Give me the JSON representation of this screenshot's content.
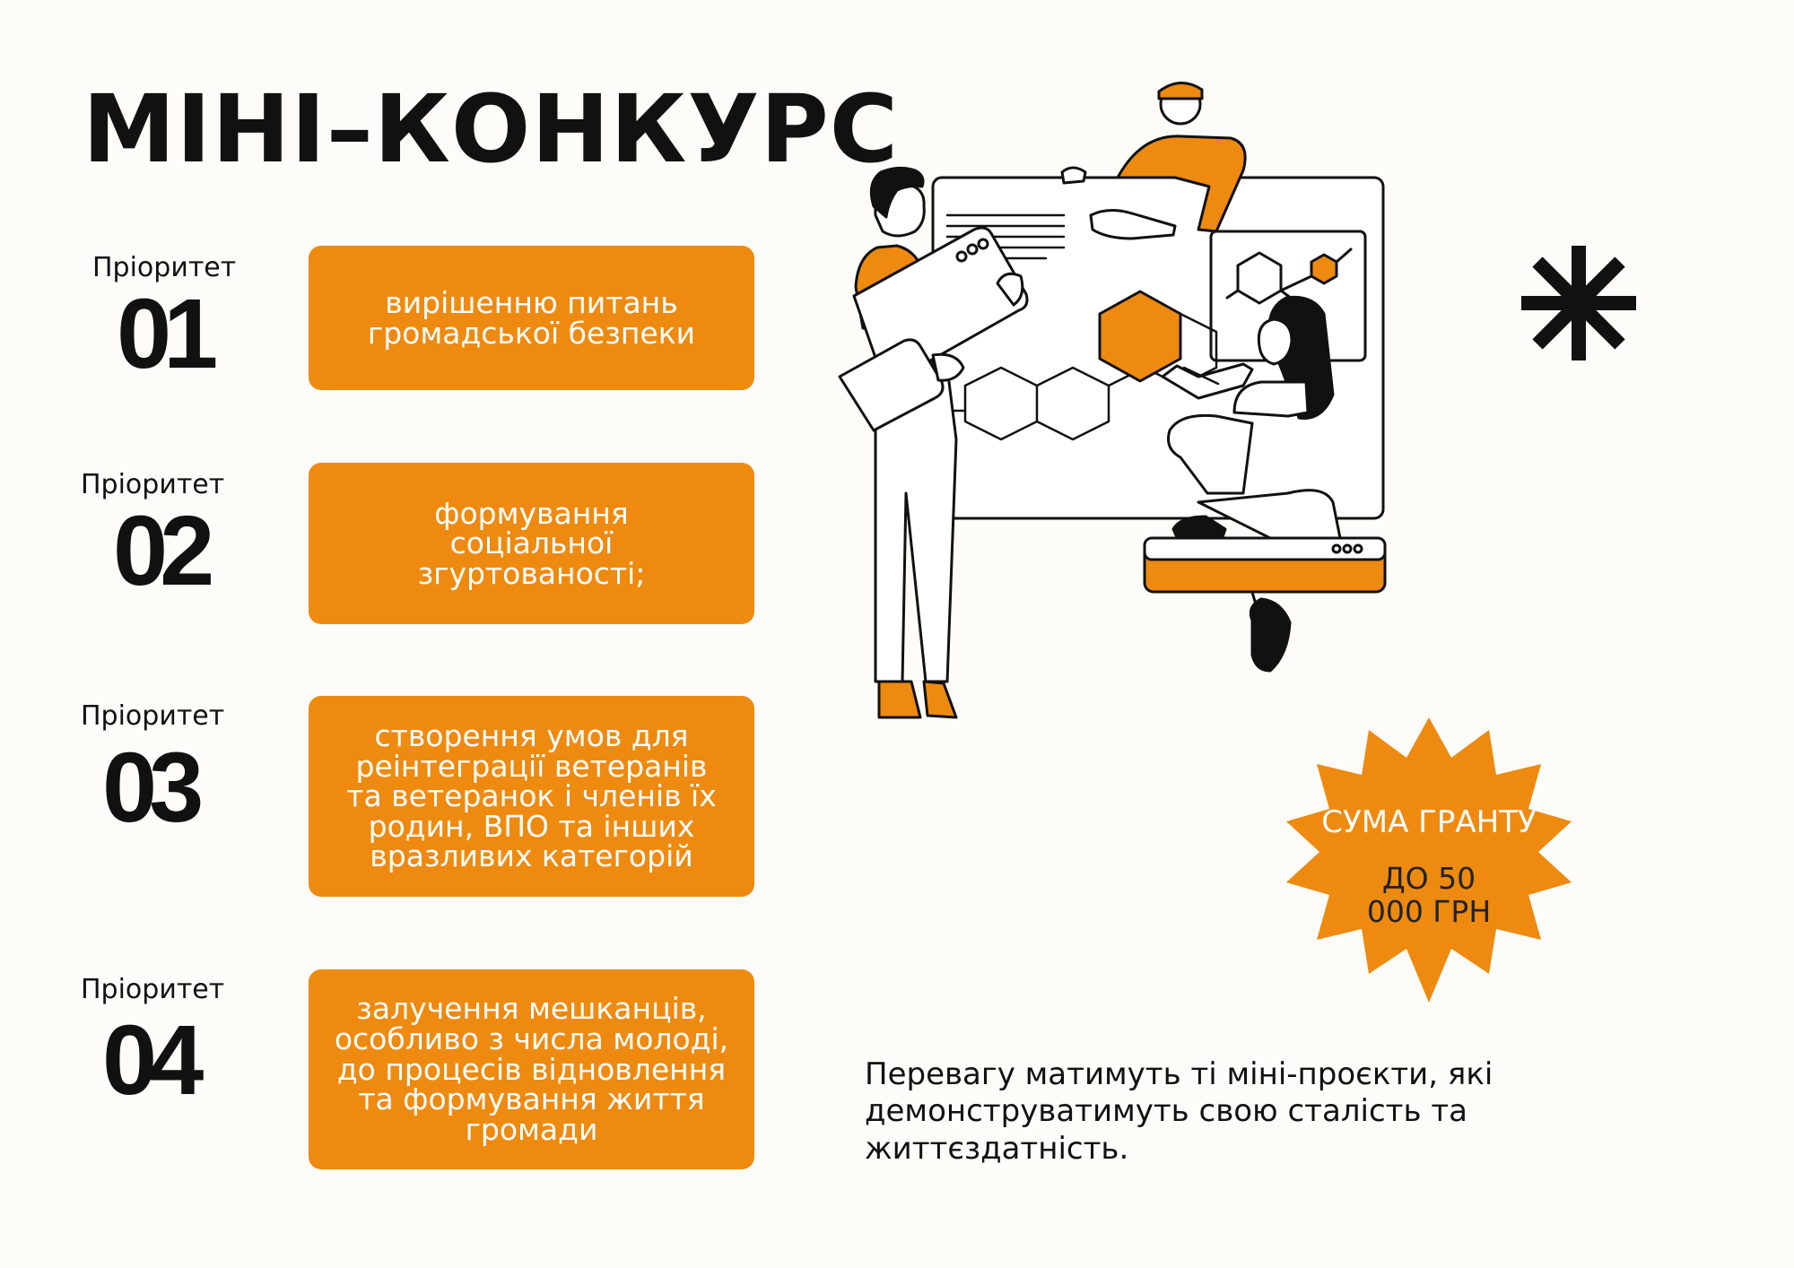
{
  "title": "МІНІ–КОНКУРС",
  "priorities": [
    {
      "label": "Пріоритет",
      "number": "01",
      "text": "вирішенню питань громадської безпеки"
    },
    {
      "label": "Пріоритет",
      "number": "02",
      "text": "формування соціальної згуртованості;"
    },
    {
      "label": "Пріоритет",
      "number": "03",
      "text": "створення умов для реінтеграції ветеранів та ветеранок і членів їх родин, ВПО та інших вразливих категорій"
    },
    {
      "label": "Пріоритет",
      "number": "04",
      "text": "залучення мешканців, особливо з числа молоді, до процесів відновлення та формування життя громади"
    }
  ],
  "grant": {
    "heading": "СУМА ГРАНТУ",
    "amount": "ДО 50 000 ГРН"
  },
  "note": "Перевагу матимуть ті міні-проєкти, які демонструватимуть свою сталість та життєздатність.",
  "colors": {
    "accent": "#ee8a10",
    "background": "#fdfcf9",
    "text": "#111111"
  },
  "icons": [
    "asterisk-icon",
    "starburst-badge",
    "team-illustration"
  ]
}
